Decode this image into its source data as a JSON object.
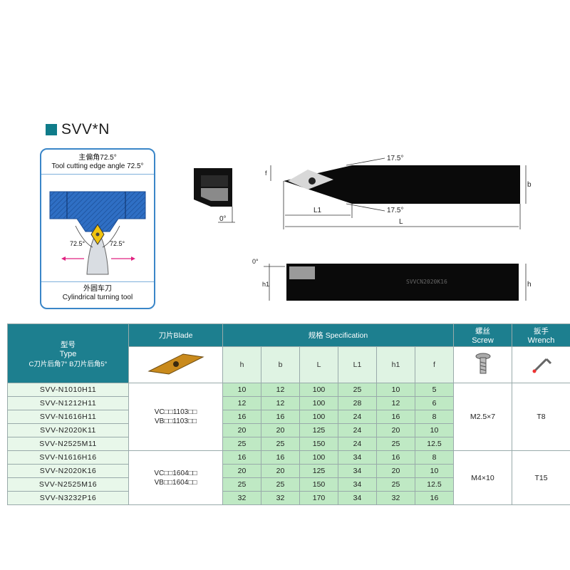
{
  "heading": "SVV*N",
  "card": {
    "title_cn": "主偏角72.5°",
    "title_en": "Tool cutting edge angle 72.5°",
    "angle_left": "72.5°",
    "angle_right": "72.5°",
    "caption_cn": "外圆车刀",
    "caption_en": "Cylindrical turning tool"
  },
  "drawing": {
    "angle_top": "17.5°",
    "angle_bottom": "17.5°",
    "dim_f": "f",
    "dim_b": "b",
    "dim_l1": "L1",
    "dim_l": "L",
    "angle_zero_insert": "0°",
    "angle_zero_side": "0°",
    "dim_h1": "h1",
    "dim_h": "h",
    "engraving": "SVVCN2020K16"
  },
  "table": {
    "col_type_cn": "型号",
    "col_type_en": "Type",
    "col_type_note": "C刀片后角7°  B刀片后角5°",
    "col_blade": "刀片Blade",
    "col_spec_cn": "规格",
    "col_spec_en": "Specification",
    "col_screw_cn": "螺丝",
    "col_screw_en": "Screw",
    "col_wrench_cn": "扳手",
    "col_wrench_en": "Wrench",
    "spec_cols": [
      "h",
      "b",
      "L",
      "L1",
      "h1",
      "f"
    ],
    "groups": [
      {
        "blade_line1": "VC□□1103□□",
        "blade_line2": "VB□□1103□□",
        "screw": "M2.5×7",
        "wrench": "T8",
        "rows": [
          {
            "model": "SVV-N1010H11",
            "v": [
              "10",
              "12",
              "100",
              "25",
              "10",
              "5"
            ]
          },
          {
            "model": "SVV-N1212H11",
            "v": [
              "12",
              "12",
              "100",
              "28",
              "12",
              "6"
            ]
          },
          {
            "model": "SVV-N1616H11",
            "v": [
              "16",
              "16",
              "100",
              "24",
              "16",
              "8"
            ]
          },
          {
            "model": "SVV-N2020K11",
            "v": [
              "20",
              "20",
              "125",
              "24",
              "20",
              "10"
            ]
          },
          {
            "model": "SVV-N2525M11",
            "v": [
              "25",
              "25",
              "150",
              "24",
              "25",
              "12.5"
            ]
          }
        ]
      },
      {
        "blade_line1": "VC□□1604□□",
        "blade_line2": "VB□□1604□□",
        "screw": "M4×10",
        "wrench": "T15",
        "rows": [
          {
            "model": "SVV-N1616H16",
            "v": [
              "16",
              "16",
              "100",
              "34",
              "16",
              "8"
            ]
          },
          {
            "model": "SVV-N2020K16",
            "v": [
              "20",
              "20",
              "125",
              "34",
              "20",
              "10"
            ]
          },
          {
            "model": "SVV-N2525M16",
            "v": [
              "25",
              "25",
              "150",
              "34",
              "25",
              "12.5"
            ]
          },
          {
            "model": "SVV-N3232P16",
            "v": [
              "32",
              "32",
              "170",
              "34",
              "32",
              "16"
            ]
          }
        ]
      }
    ]
  }
}
